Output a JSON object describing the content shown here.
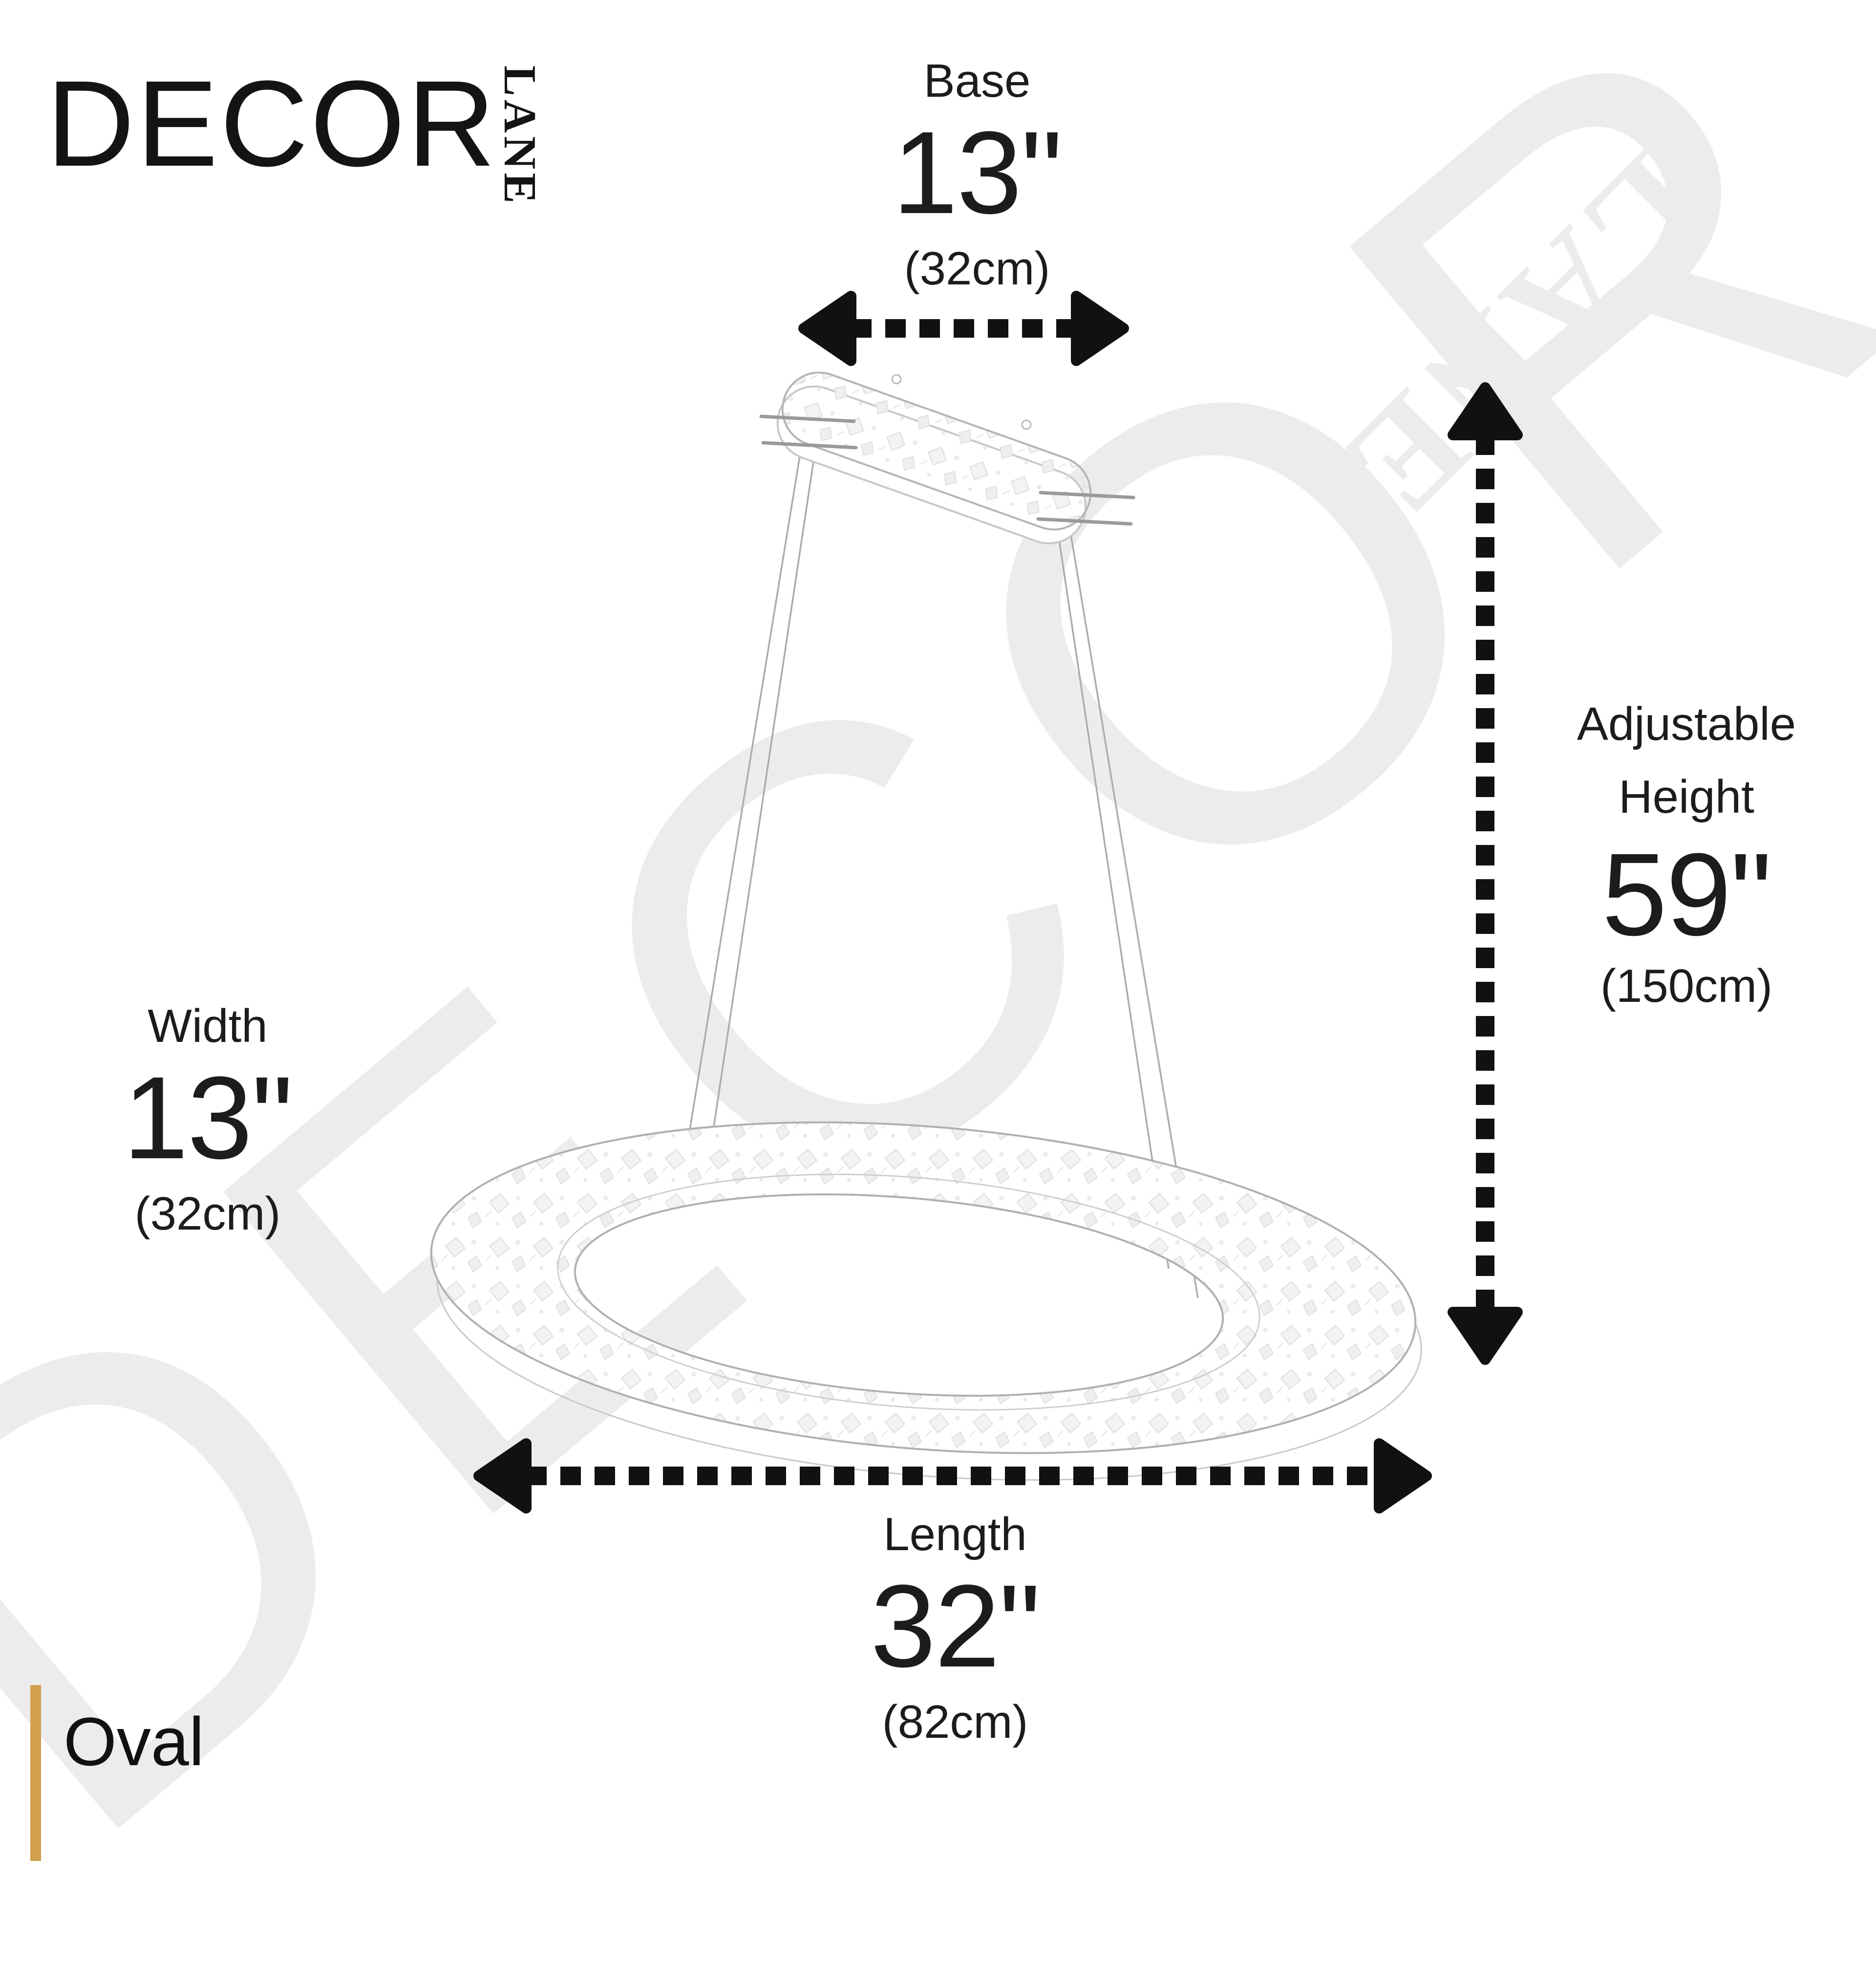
{
  "brand": {
    "name": "DECOR",
    "sub_name": "LANE"
  },
  "watermark": {
    "primary": "DECOR",
    "secondary": "LANE"
  },
  "diagram": {
    "product": "oval-crystal-chandelier-sketch",
    "dimensions": {
      "base": {
        "label": "Base",
        "inches": "13\"",
        "metric": "(32cm)"
      },
      "adjustable_height": {
        "label_line1": "Adjustable",
        "label_line2": "Height",
        "inches": "59\"",
        "metric": "(150cm)"
      },
      "width": {
        "label": "Width",
        "inches": "13\"",
        "metric": "(32cm)"
      },
      "length": {
        "label": "Length",
        "inches": "32\"",
        "metric": "(82cm)"
      }
    }
  },
  "footer": {
    "shape_label": "Oval"
  },
  "colors": {
    "accent_gold": "#D0A04F",
    "text": "#1c1c1c",
    "sketch_line": "#b5b5b5",
    "watermark": "#ececec",
    "arrow": "#111111"
  }
}
